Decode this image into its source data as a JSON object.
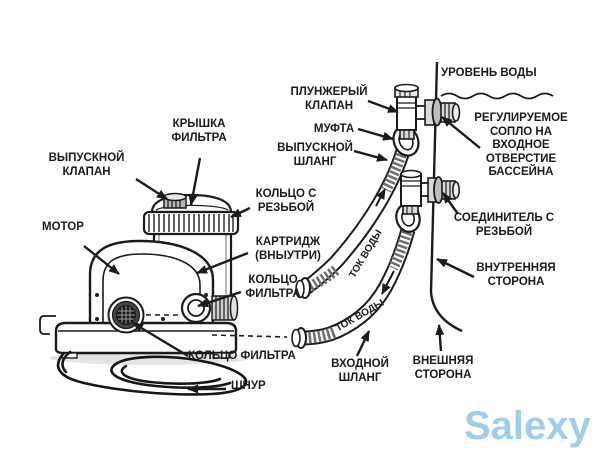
{
  "colors": {
    "ink": "#1b1b1b",
    "watermark": "#9fcdec"
  },
  "watermark": "Salexy",
  "labels": {
    "motor": "МОТОР",
    "discharge_valve": "ВЫПУСКНОЙ\nКЛАПАН",
    "filter_cap": "КРЫШКА\nФИЛЬТРА",
    "threaded_ring": "КОЛЬЦО С\nРЕЗЬБОЙ",
    "cartridge": "КАРТРИДЖ\n(ВНЫУТРИ)",
    "filter_ring_upper": "КОЛЬЦО\nФИЛЬТРА",
    "filter_ring_lower": "КОЛЬЦО ФИЛЬТРА",
    "cord": "ШНУР",
    "inlet_hose": "ВХОДНОЙ\nШЛАНГ",
    "plunger_valve": "ПЛУНЖЕРЫЙ\nКЛАПАН",
    "coupling": "МУФТА",
    "outlet_hose": "ВЫПУСКНОЙ\nШЛАНГ",
    "water_level": "УРОВЕНЬ ВОДЫ",
    "adjustable_nozzle": "РЕГУЛИРУЕМОЕ\nСОПЛО НА\nВХОДНОЕ\nОТВЕРСТИЕ\nБАССЕЙНА",
    "threaded_connector": "СОЕДИНИТЕЛЬ С\nРЕЗЬБОЙ",
    "inner_side": "ВНУТРЕННЯЯ\nСТОРОНА",
    "outer_side": "ВНЕШНЯЯ\nСТОРОНА",
    "water_flow_upper": "ТОК ВОДЫ",
    "water_flow_lower": "ТОК ВОДЫ"
  }
}
